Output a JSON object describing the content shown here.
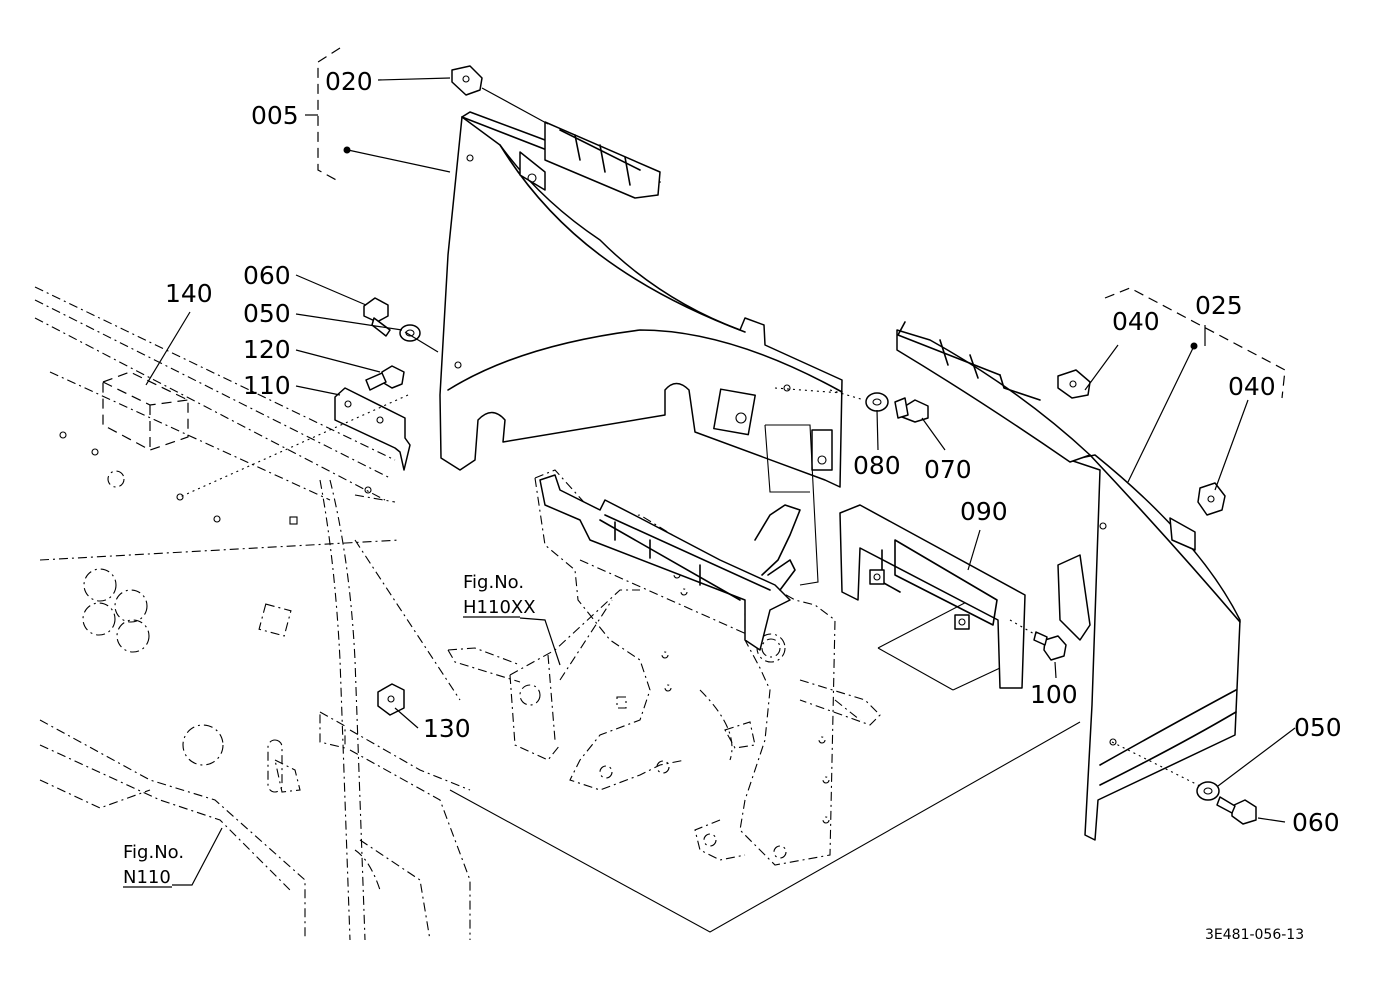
{
  "callouts": {
    "p005": "005",
    "p020": "020",
    "p025": "025",
    "p040a": "040",
    "p040b": "040",
    "p050a": "050",
    "p050b": "050",
    "p060a": "060",
    "p060b": "060",
    "p070": "070",
    "p080": "080",
    "p090": "090",
    "p100": "100",
    "p110": "110",
    "p120": "120",
    "p130": "130",
    "p140": "140"
  },
  "figure_refs": {
    "h110_prefix": "Fig.No.",
    "h110_code": "H110XX",
    "n110_prefix": "Fig.No.",
    "n110_code": "N110"
  },
  "drawing_code": "3E481-056-13"
}
